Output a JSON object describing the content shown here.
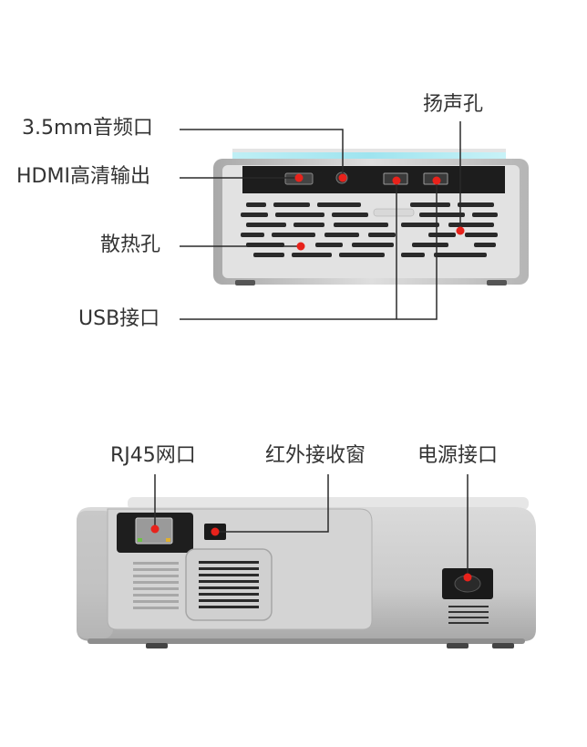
{
  "top_view": {
    "labels": {
      "audio_port": "3.5mm音频口",
      "hdmi_port": "HDMI高清输出",
      "vent": "散热孔",
      "usb_port": "USB接口",
      "speaker": "扬声孔"
    }
  },
  "bottom_view": {
    "labels": {
      "rj45_port": "RJ45网口",
      "ir_receiver": "红外接收窗",
      "power_port": "电源接口"
    }
  },
  "colors": {
    "marker": "#e8221b",
    "leader_line": "#2a2a2a",
    "label_text": "#333333",
    "body_silver": "#c9c9c9",
    "panel_dark": "#1f1f1f"
  }
}
